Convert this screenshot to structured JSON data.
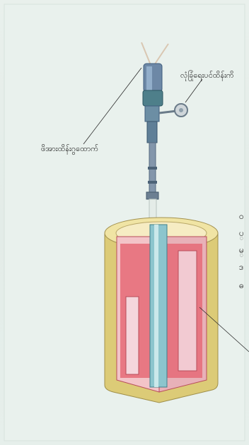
{
  "labels": {
    "sensor": "ဖိအားထိန်းဂွထောက်",
    "valve": "လုံခြုံရေးပင်ထိန်းကိ"
  },
  "side_text": [
    "ဝ",
    "ပ္",
    "မ္",
    "ဒ",
    "ဓ"
  ],
  "colors": {
    "background": "#e7eeea",
    "vessel_outer": "#e8d98a",
    "vessel_inner": "#e56b77",
    "pipe": "#7a8ea6"
  }
}
